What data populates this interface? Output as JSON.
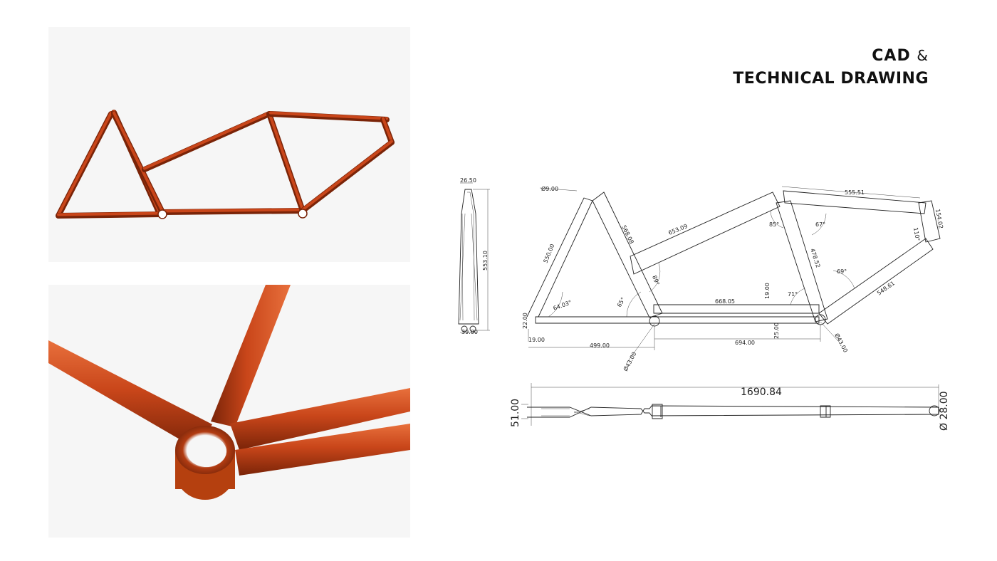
{
  "heading": {
    "line1": "CAD",
    "amp": "&",
    "line2": "TECHNICAL DRAWING"
  },
  "colors": {
    "tube": "#c9461a",
    "tube_dark": "#7a2408",
    "tube_light": "#e8703c",
    "line": "#222222"
  },
  "dimensions": {
    "rear_width_top": "26.50",
    "rear_height": "553.10",
    "rear_width_bottom": "39.00",
    "hole_dia": "Ø9.00",
    "seatstay": "550.00",
    "seattube": "568.08",
    "toptube_rear": "653.09",
    "toptube_front": "555.51",
    "headtube": "154.02",
    "downtube_mid": "478.52",
    "downtube_front": "548.61",
    "chainstay_mid": "668.05",
    "angle_a": "64.03°",
    "angle_b": "65°",
    "angle_c": "89°",
    "angle_d": "85°",
    "angle_e": "67°",
    "angle_f": "71°",
    "angle_g": "69°",
    "angle_h": "110°",
    "offset_v": "19.00",
    "offset_h": "25.00",
    "dropout_h": "22.00",
    "dropout_w": "19.00",
    "rear_center": "499.00",
    "wheelbase_mid": "694.00",
    "bb_dia_1": "Ø43.00",
    "bb_dia_2": "Ø43.00",
    "overall_length": "1690.84",
    "overall_width": "51.00",
    "tube_dia": "Ø 28.00"
  }
}
